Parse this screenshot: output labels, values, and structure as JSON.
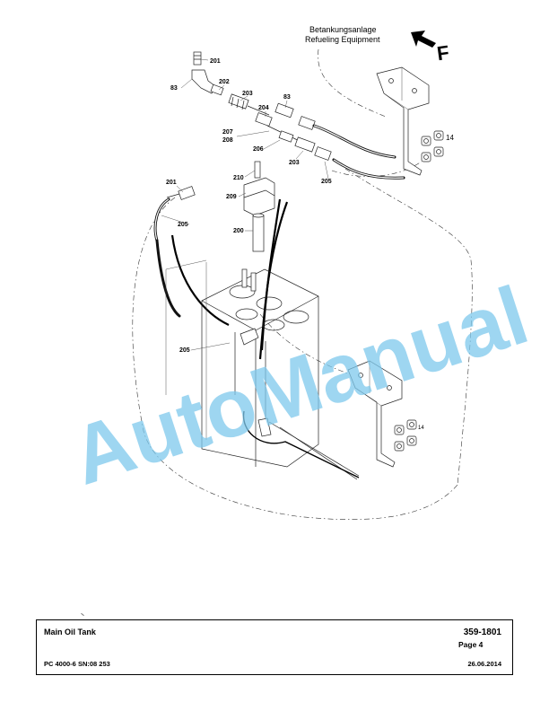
{
  "labels": {
    "legend_de": "Betankungsanlage",
    "legend_en": "Refueling Equipment",
    "direction_letter": "F",
    "watermark": "AutoManual"
  },
  "callouts": {
    "c201a": "201",
    "c83a": "83",
    "c202": "202",
    "c203a": "203",
    "c83b": "83",
    "c204": "204",
    "c207": "207",
    "c208": "208",
    "c206": "206",
    "c203b": "203",
    "c205a": "205",
    "c14a": "14",
    "c210": "210",
    "c209": "209",
    "c201b": "201",
    "c205b": "205",
    "c200": "200",
    "c205c": "205",
    "c14b": "14"
  },
  "title_block": {
    "title": "Main Oil Tank",
    "doc_number": "359-1801",
    "page": "Page 4",
    "model": "PC 4000-6 SN:08 253",
    "date": "26.06.2014"
  }
}
